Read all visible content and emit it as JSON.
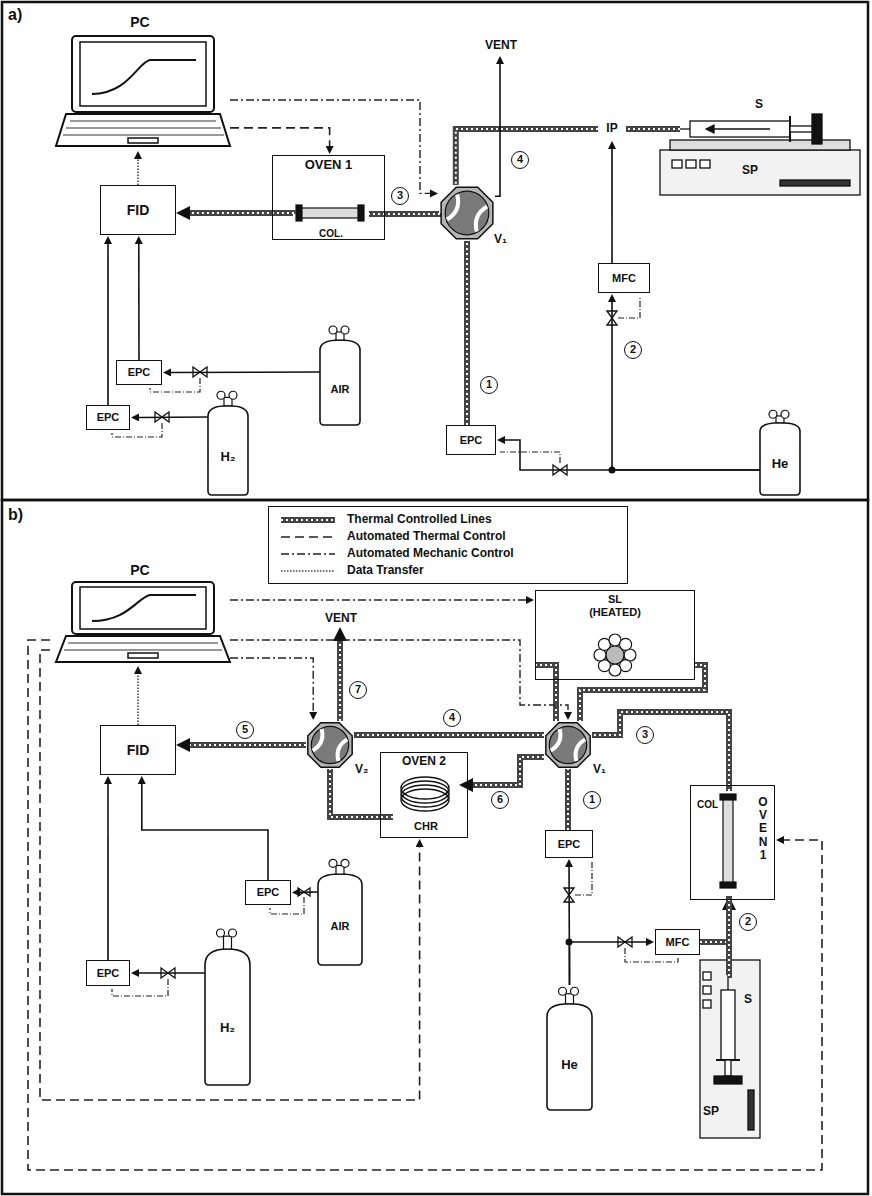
{
  "diagram": {
    "nodes": [
      {
        "text": [
          "PC"
        ]
      },
      {
        "text": [
          "VENT"
        ]
      },
      {
        "text": [
          "IP"
        ]
      },
      {
        "text": [
          "SP"
        ]
      },
      {
        "text": [
          "S"
        ],
        "in": 3
      },
      {
        "text": [
          "OVEN 1"
        ]
      },
      {
        "text": [
          "COL."
        ],
        "in": 5
      },
      {
        "text": [
          "V₁"
        ]
      },
      {
        "text": [
          "FID"
        ]
      },
      {
        "text": [
          "MFC"
        ]
      },
      {
        "text": [
          "EPC"
        ]
      },
      {
        "text": [
          "AIR"
        ]
      },
      {
        "text": [
          "EPC"
        ]
      },
      {
        "text": [
          "EPC"
        ]
      },
      {
        "text": [
          "H₂"
        ]
      },
      {
        "text": [
          "He"
        ]
      },
      {
        "text": [
          "PC"
        ]
      },
      {
        "text": [
          "SL",
          "(HEATED)"
        ]
      },
      {
        "text": [
          "VENT"
        ]
      },
      {
        "text": [
          "FID"
        ]
      },
      {
        "text": [
          "V₂"
        ]
      },
      {
        "text": [
          "V₁"
        ]
      },
      {
        "text": [
          "OVEN 2"
        ]
      },
      {
        "text": [
          "CHR"
        ],
        "in": 22
      },
      {
        "text": [
          "OVEN 1"
        ]
      },
      {
        "text": [
          "COL"
        ],
        "in": 24
      },
      {
        "text": [
          "EPC"
        ]
      },
      {
        "text": [
          "EPC"
        ]
      },
      {
        "text": [
          "AIR"
        ]
      },
      {
        "text": [
          "MFC"
        ]
      },
      {
        "text": [
          "SP"
        ]
      },
      {
        "text": [
          "S"
        ],
        "in": 30
      },
      {
        "text": [
          "EPC"
        ]
      },
      {
        "text": [
          "H₂"
        ]
      },
      {
        "text": [
          "He"
        ]
      }
    ],
    "edges": [
      {
        "from": 15,
        "to": 13,
        "arrow": "to"
      },
      {
        "from": 15,
        "to": 9,
        "arrow": "to"
      },
      {
        "from": 13,
        "to": 7,
        "arrow": "none"
      },
      {
        "from": 9,
        "to": 2,
        "arrow": "to"
      },
      {
        "from": 4,
        "to": 2,
        "arrow": "none"
      },
      {
        "from": 2,
        "to": 7,
        "arrow": "none"
      },
      {
        "from": 7,
        "to": 1,
        "arrow": "to"
      },
      {
        "from": 7,
        "to": 6,
        "arrow": "none"
      },
      {
        "from": 6,
        "to": 8,
        "arrow": "to"
      },
      {
        "from": 8,
        "to": 0,
        "arrow": "to"
      },
      {
        "from": 0,
        "to": 5,
        "arrow": "to"
      },
      {
        "from": 0,
        "to": 7,
        "arrow": "to"
      },
      {
        "from": 11,
        "to": 10,
        "arrow": "to"
      },
      {
        "from": 10,
        "to": 8,
        "arrow": "to"
      },
      {
        "from": 14,
        "to": 12,
        "arrow": "to"
      },
      {
        "from": 12,
        "to": 8,
        "arrow": "to"
      },
      {
        "from": 34,
        "to": 26,
        "arrow": "to"
      },
      {
        "from": 34,
        "to": 29,
        "arrow": "to"
      },
      {
        "from": 26,
        "to": 21,
        "arrow": "none"
      },
      {
        "from": 29,
        "to": 25,
        "arrow": "to"
      },
      {
        "from": 31,
        "to": 25,
        "arrow": "none"
      },
      {
        "from": 25,
        "to": 21,
        "arrow": "none"
      },
      {
        "from": 21,
        "to": 17,
        "arrow": "none"
      },
      {
        "from": 17,
        "to": 21,
        "arrow": "none"
      },
      {
        "from": 21,
        "to": 20,
        "arrow": "none"
      },
      {
        "from": 21,
        "to": 23,
        "arrow": "to"
      },
      {
        "from": 23,
        "to": 20,
        "arrow": "none"
      },
      {
        "from": 20,
        "to": 19,
        "arrow": "to"
      },
      {
        "from": 20,
        "to": 18,
        "arrow": "to"
      },
      {
        "from": 19,
        "to": 16,
        "arrow": "to"
      },
      {
        "from": 16,
        "to": 17,
        "arrow": "to"
      },
      {
        "from": 16,
        "to": 21,
        "arrow": "to"
      },
      {
        "from": 16,
        "to": 20,
        "arrow": "to"
      },
      {
        "from": 16,
        "to": 22,
        "arrow": "to"
      },
      {
        "from": 16,
        "to": 24,
        "arrow": "to"
      },
      {
        "from": 28,
        "to": 27,
        "arrow": "to"
      },
      {
        "from": 27,
        "to": 19,
        "arrow": "to"
      },
      {
        "from": 33,
        "to": 32,
        "arrow": "to"
      },
      {
        "from": 32,
        "to": 19,
        "arrow": "to"
      }
    ],
    "labels": [
      "a)",
      "3",
      "4",
      "1",
      "2",
      "b)",
      "7",
      "5",
      "4",
      "3",
      "6",
      "1",
      "2"
    ],
    "legend": [
      {
        "text": "Thermal Controlled Lines"
      },
      {
        "text": "Automated Thermal Control"
      },
      {
        "text": "Automated Mechanic Control"
      },
      {
        "text": "Data Transfer"
      }
    ]
  }
}
